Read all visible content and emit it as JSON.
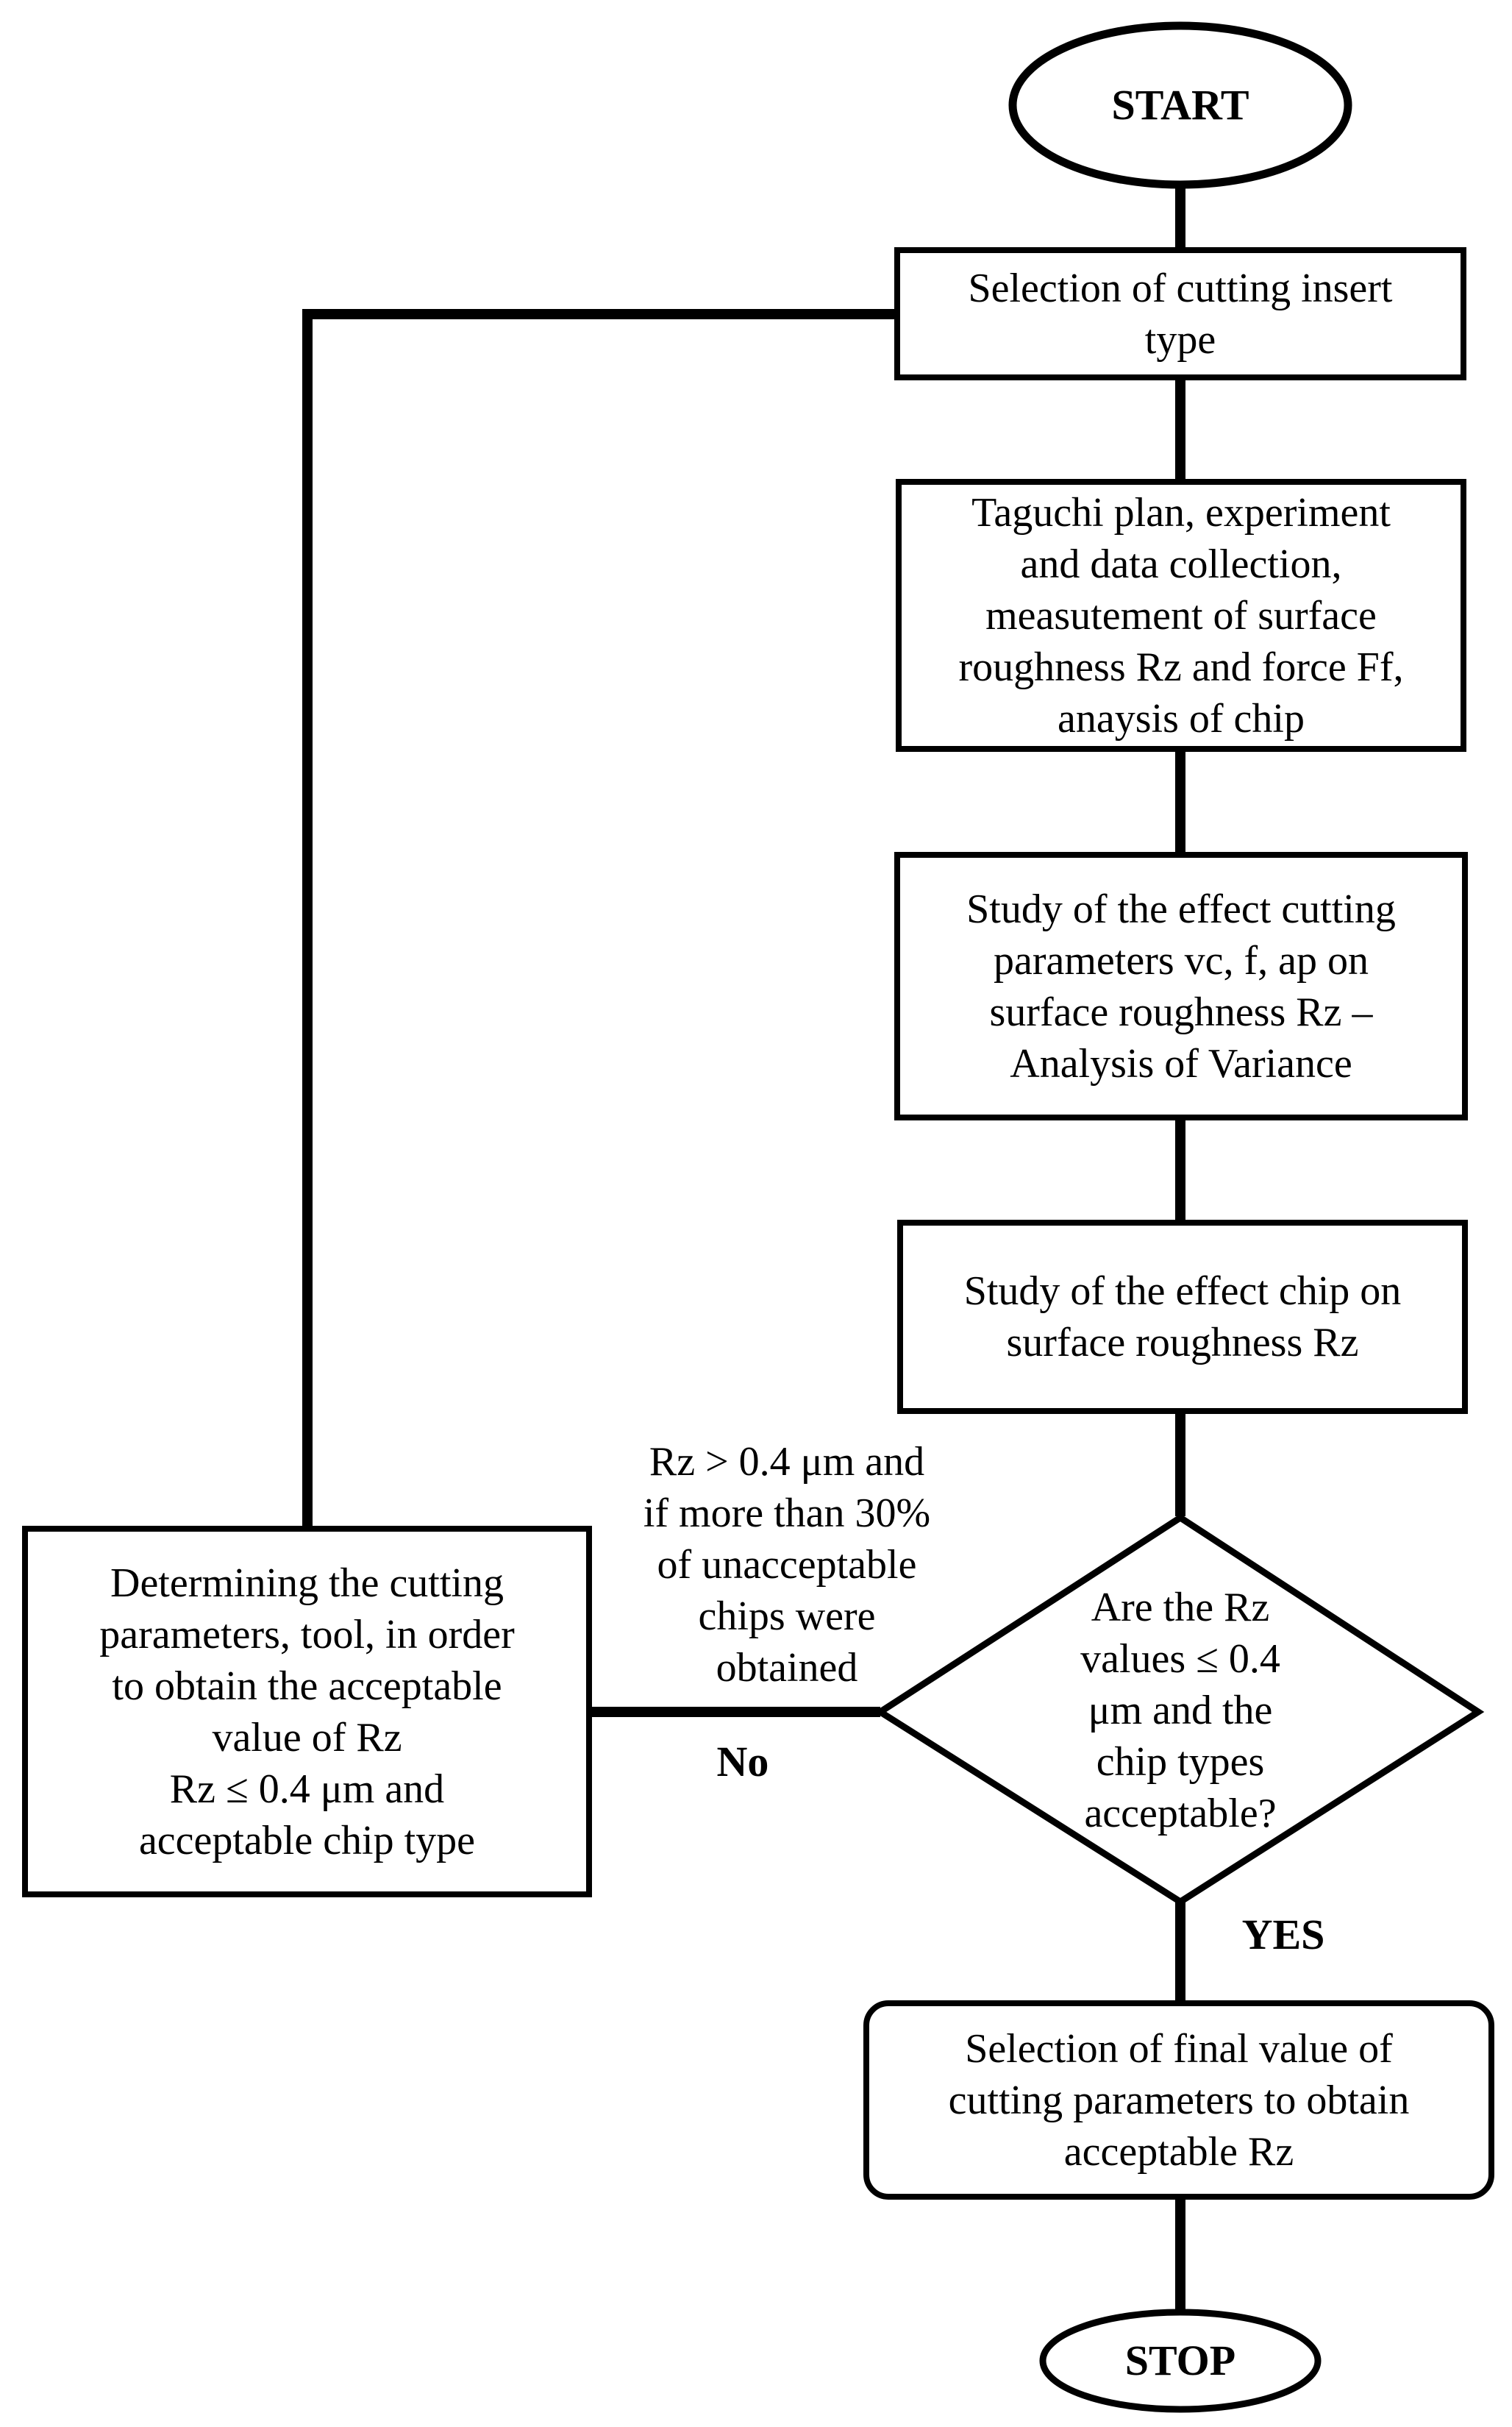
{
  "start": "START",
  "stop": "STOP",
  "steps": {
    "insert": [
      "Selection of cutting insert",
      "type"
    ],
    "taguchi": [
      "Taguchi plan, experiment",
      "and data collection,",
      "measutement of surface",
      "roughness Rz and force Ff,",
      "anaysis of chip"
    ],
    "study_params": [
      "Study of the effect cutting",
      "parameters vc, f, ap on",
      "surface roughness Rz –",
      "Analysis of Variance"
    ],
    "study_chip": [
      "Study of the effect chip on",
      "surface roughness Rz"
    ],
    "decision": [
      "Are the Rz",
      "values ≤ 0.4",
      "μm and the",
      "chip types",
      "acceptable?"
    ],
    "determine": [
      "Determining the cutting",
      "parameters, tool, in order",
      "to obtain the acceptable",
      "value of Rz",
      "Rz ≤ 0.4 μm and",
      "acceptable chip type"
    ],
    "final": [
      "Selection of final value of",
      "cutting parameters to obtain",
      "acceptable Rz"
    ]
  },
  "labels": {
    "condition": [
      "Rz > 0.4 μm and",
      "if more than 30%",
      "of unacceptable",
      "chips were",
      "obtained"
    ],
    "no": "No",
    "yes": "YES"
  }
}
